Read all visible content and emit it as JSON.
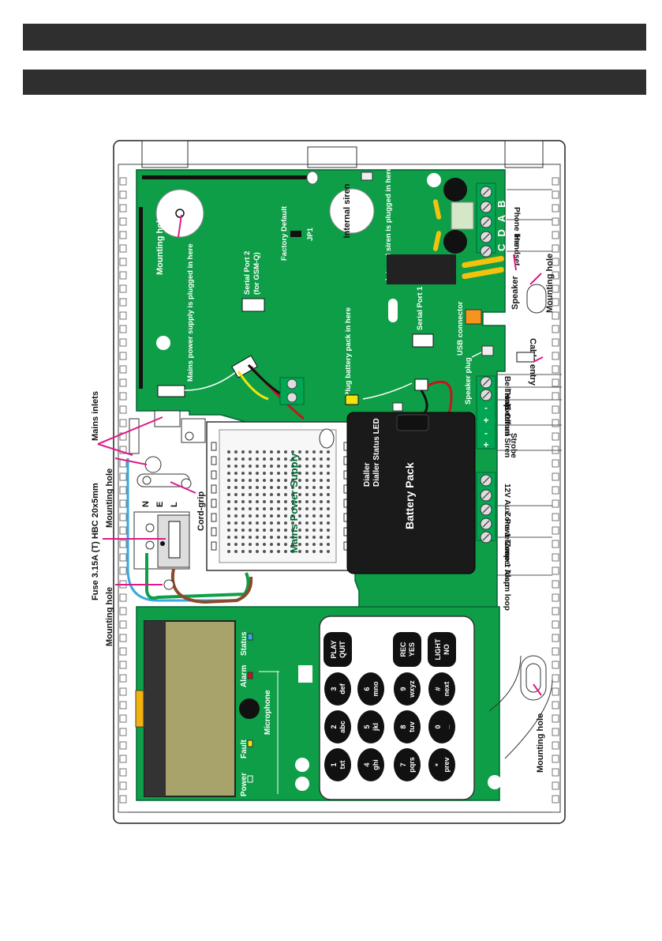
{
  "colors": {
    "board": "#0e9e47",
    "terminal": "#00a651",
    "arrow": "#e0188a",
    "battery": "#1a1a1a",
    "lcd": "#a8a36a",
    "header_bar": "#2f2f2f"
  },
  "labels": {
    "internal_siren": "Internal siren",
    "internal_siren_plugged": "Internal siren is plugged in here",
    "phone_line": "Phone line",
    "handset": "Handset",
    "terminals_top": [
      "C",
      "D",
      "A",
      "B"
    ],
    "mounting_hole": "Mounting hole",
    "factory_default": "Factory Default",
    "jp1": "JP1",
    "serial_port_2": "Serial Port 2",
    "for_gsm_q": "(for GSM-Q)",
    "serial_port_1": "Serial Port 1",
    "usb_connector": "USB connector",
    "speaker": "Speaker",
    "cable_entry": "Cable entry",
    "mains_power_supply_plugged": "Mains power supply is plugged in here",
    "plug_battery_pack": "Plug battery pack in here",
    "speaker_plug": "Speaker plug",
    "bell_hold_off": "Bell Hold-Off",
    "tamp_return": "Tamp. return",
    "external_siren": "External Siren",
    "strobe": "Strobe",
    "aux_power": "12V Aux. Power",
    "zone1_tamper": "Zone 1 Tamper loop",
    "zone1_alarm": "Zone 1 Alarm loop",
    "mains_inlets": "Mains inlets",
    "fuse": "Fuse 3.15A (T) HBC 20x5mm",
    "cord_grip": "Cord-grip",
    "nel": [
      "N",
      "E",
      "L"
    ],
    "mains_power_supply": "Mains Power Supply",
    "dialler_status_led": "Dialler Status LED",
    "battery_pack": "Battery Pack",
    "power": "Power",
    "fault": "Fault",
    "alarm": "Alarm",
    "status": "Status",
    "microphone": "Microphone",
    "plus": "+",
    "minus": "-"
  },
  "keypad": [
    [
      "PLAY QUIT",
      "REC YES",
      "LIGHT NO"
    ],
    [
      "3 def",
      "6 mno",
      "9 wxyz",
      "# next"
    ],
    [
      "2 abc",
      "5 jkl",
      "8 tuv",
      "0 _"
    ],
    [
      "1 txt",
      "4 ghi",
      "7 pqrs",
      "* prev"
    ]
  ]
}
